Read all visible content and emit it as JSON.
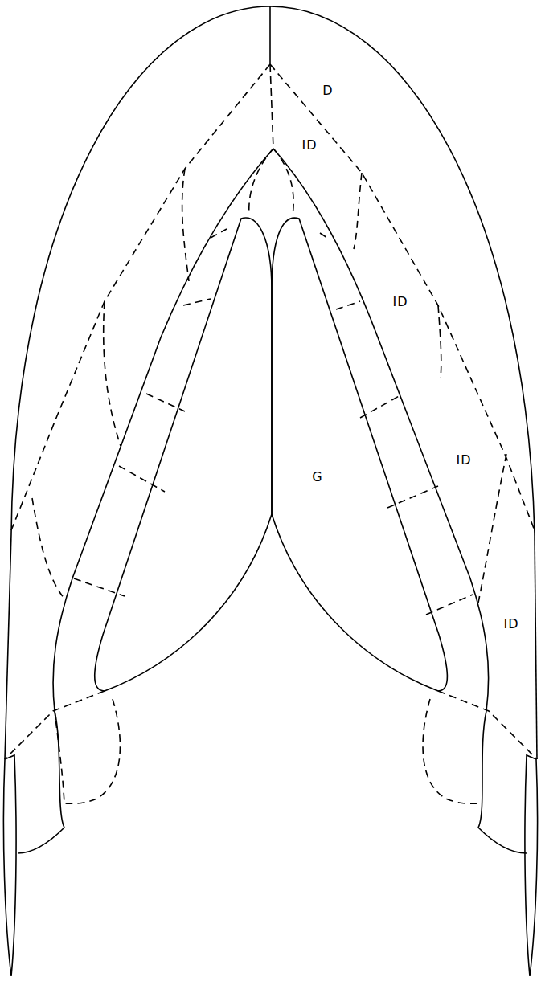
{
  "diagram": {
    "labels": [
      "D",
      "ID",
      "ID",
      "ID",
      "G",
      "ID"
    ]
  }
}
